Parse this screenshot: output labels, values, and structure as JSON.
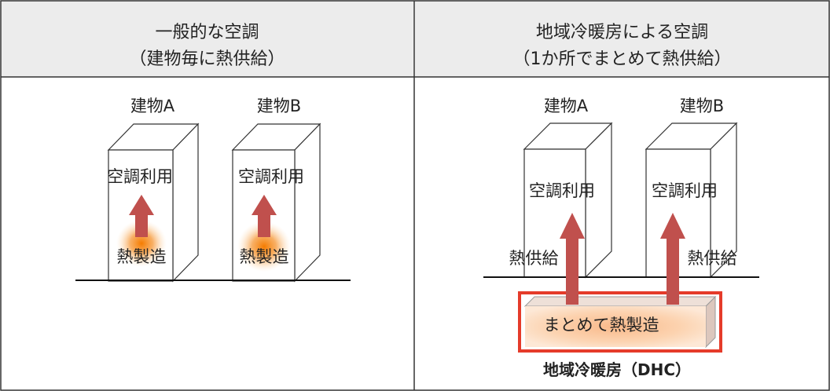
{
  "left": {
    "header_line1": "一般的な空調",
    "header_line2": "（建物毎に熱供給）",
    "building_a": "建物A",
    "building_b": "建物B",
    "use_label": "空調利用",
    "production_label": "熱製造"
  },
  "right": {
    "header_line1": "地域冷暖房による空調",
    "header_line2": "（1か所でまとめて熱供給）",
    "building_a": "建物A",
    "building_b": "建物B",
    "use_label": "空調利用",
    "supply_label": "熱供給",
    "plant_label": "まとめて熱製造",
    "caption": "地域冷暖房（DHC）"
  },
  "colors": {
    "arrow": "#c0504d",
    "plant_border": "#e53b2a",
    "plant_fill": "#fbd3ad",
    "glow": "#f57c00",
    "header_bg": "#ececec"
  }
}
